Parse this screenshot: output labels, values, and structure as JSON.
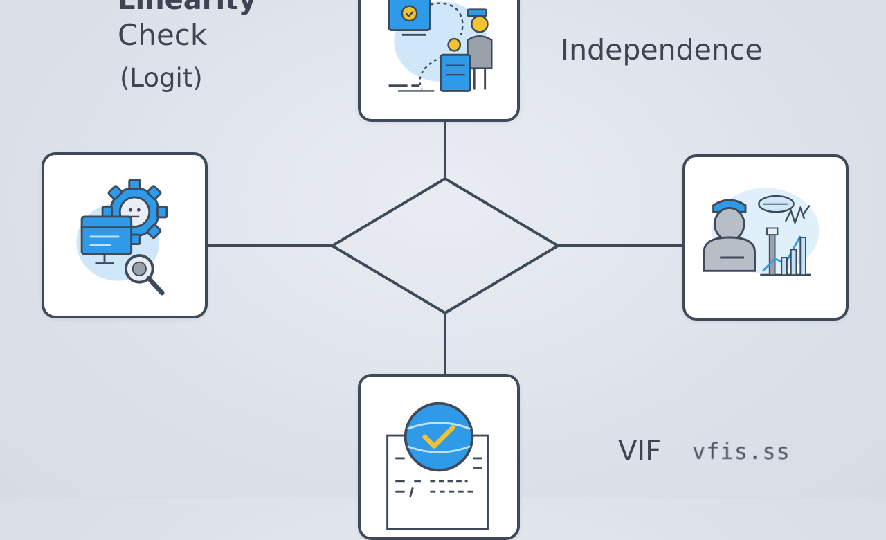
{
  "labels": {
    "top_left_cut": "Linearity",
    "top_left_line1": "Check",
    "top_left_line2": "(Logit)",
    "top_right": "Independence",
    "bottom_right_1": "VIF",
    "bottom_right_2": "vfis.ss"
  },
  "icons": {
    "top": "monitor-person-clipboard-icon",
    "left": "gear-monitor-magnifier-icon",
    "right": "person-chart-icon",
    "bottom": "globe-checkmark-document-icon"
  },
  "colors": {
    "background": "#dde2ea",
    "line": "#3e4a5a",
    "accent_blue": "#2f9be8",
    "light_blue": "#bfe2f8",
    "gray": "#9aa1ab",
    "yellow": "#f2c230"
  }
}
